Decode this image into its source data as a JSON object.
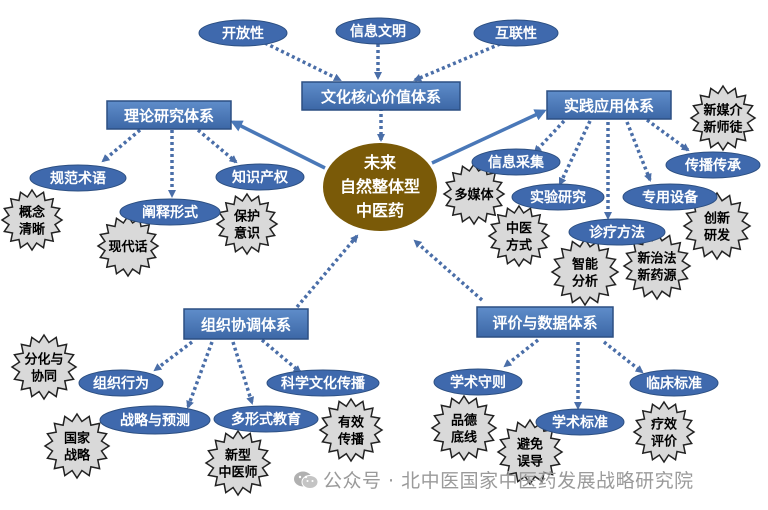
{
  "center": {
    "line1": "未来",
    "line2": "自然整体型",
    "line3": "中医药"
  },
  "systems": {
    "top": "文化核心价值体系",
    "left": "理论研究体系",
    "right": "实践应用体系",
    "bottom_left": "组织协调体系",
    "bottom_right": "评价与数据体系"
  },
  "ovals": {
    "kaifang": "开放性",
    "xinxi_wenming": "信息文明",
    "hulian": "互联性",
    "guifan": "规范术语",
    "chanshi": "阐释形式",
    "zhishi": "知识产权",
    "xinxi_caiji": "信息采集",
    "shiyan": "实验研究",
    "zhenliao": "诊疗方法",
    "chuanbo": "传播传承",
    "zhuanyong": "专用设备",
    "zuzhi": "组织行为",
    "zhanlue": "战略与预测",
    "duoxingshi": "多形式教育",
    "kexue": "科学文化传播",
    "shoudze": "学术守则",
    "biaozhun": "学术标准",
    "linchuang": "临床标准"
  },
  "stars": {
    "gainian": [
      "概念",
      "清晰"
    ],
    "xiandai": [
      "现代话"
    ],
    "baohu": [
      "保护",
      "意识"
    ],
    "duomeiti": [
      "多媒体"
    ],
    "zhongyi_fangshi": [
      "中医",
      "方式"
    ],
    "zhineng": [
      "智能",
      "分析"
    ],
    "xinzhifa": [
      "新治法",
      "新药源"
    ],
    "xinmeijie": [
      "新媒介",
      "新师徒"
    ],
    "chuangxin": [
      "创新",
      "研发"
    ],
    "fenhua": [
      "分化与",
      "协同"
    ],
    "guojia": [
      "国家",
      "战略"
    ],
    "xinxing": [
      "新型",
      "中医师"
    ],
    "youxiao": [
      "有效",
      "传播"
    ],
    "pinde": [
      "品德",
      "底线"
    ],
    "bimian": [
      "避免",
      "误导"
    ],
    "liaoxiao": [
      "疗效",
      "评价"
    ]
  },
  "watermark": "公众号 · 北中医国家中医药发展战略研究院",
  "colors": {
    "box_fill": "#4a78b8",
    "box_border": "#2c4f82",
    "oval_fill": "#3f69ad",
    "center_fill": "#7a5a08",
    "arrow": "#4a6ea8",
    "star_fill": "#d9d9d9"
  }
}
